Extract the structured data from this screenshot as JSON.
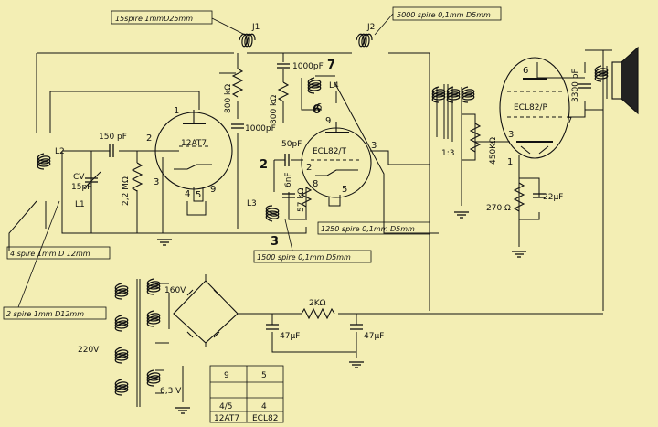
{
  "callouts": {
    "j1_note": "15spire 1mmD25mm",
    "j2_note": "5000 spire  0,1mm D5mm",
    "l4_note": "1250 spire 0,1mm D5mm",
    "l3_note": "1500 spire 0,1mm D5mm",
    "l2_note": "4 spire 1mm  D 12mm",
    "l1_note": "2 spire  1mm D12mm"
  },
  "labels": {
    "j1": "J1",
    "j2": "J2",
    "l2": "L2",
    "l1": "L1",
    "l3": "L3",
    "l4": "L4",
    "cv": "CV",
    "cv_val": "15pF",
    "c150": "150 pF",
    "r22m": "2,2 MΩ",
    "tube1": "12AT7",
    "tube2": "ECL82/T",
    "tube3": "ECL82/P",
    "r800a": "800 kΩ",
    "c1000a": "1000pF",
    "r800b": "800 kΩ",
    "c1000b": "1000pF",
    "c50": "50pF",
    "c6nf": "6nF",
    "r57k": "57 kΩ",
    "ratio": "1:3",
    "r450k": "450KΩ",
    "r270": "270 Ω",
    "c22u": "22μF",
    "c3300": "3300 pF",
    "v160": "160V",
    "r2k": "2KΩ",
    "c47a": "47μF",
    "c47b": "47μF",
    "v220": "220V",
    "v63": "6,3  V"
  },
  "pins": {
    "t1_1": "1",
    "t1_2": "2",
    "t1_3": "3",
    "t1_4": "4",
    "t1_5": "5",
    "t1_9": "9",
    "t2_6": "6",
    "t2_9": "9",
    "t2_2": "2",
    "t2_3": "3",
    "t2_8": "8",
    "t2_5": "5",
    "t3_6": "6",
    "t3_7": "7",
    "t3_3": "3",
    "t3_1": "1",
    "big_7": "7",
    "big_6": "6",
    "big_2": "2",
    "big_3": "3"
  },
  "heater_table": {
    "row1": [
      "9",
      "5"
    ],
    "row2": [
      "4/5",
      "4"
    ],
    "row3": [
      "12AT7",
      "ECL82"
    ]
  }
}
